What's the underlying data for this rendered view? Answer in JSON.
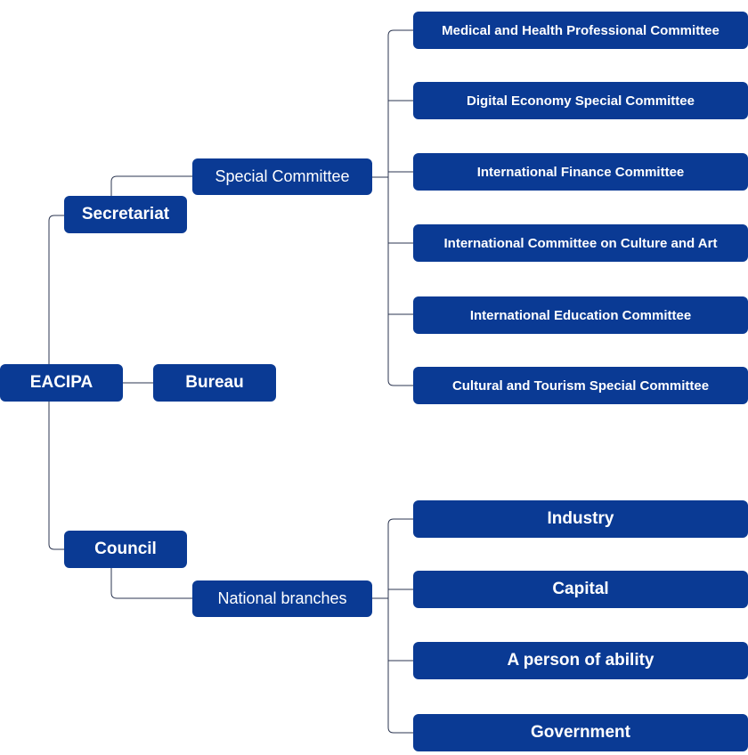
{
  "org_chart": {
    "root": {
      "label": "EACIPA"
    },
    "secretariat": {
      "label": "Secretariat"
    },
    "bureau": {
      "label": "Bureau"
    },
    "council": {
      "label": "Council"
    },
    "special_committee": {
      "label": "Special Committee",
      "committees": [
        {
          "label": "Medical and Health Professional Committee"
        },
        {
          "label": "Digital Economy Special Committee"
        },
        {
          "label": "International Finance Committee"
        },
        {
          "label": "International Committee on Culture and Art"
        },
        {
          "label": "International Education Committee"
        },
        {
          "label": "Cultural and Tourism Special Committee"
        }
      ]
    },
    "national_branches": {
      "label": "National branches",
      "branches": [
        {
          "label": "Industry"
        },
        {
          "label": "Capital"
        },
        {
          "label": "A person of ability"
        },
        {
          "label": "Government"
        }
      ]
    }
  },
  "colors": {
    "node_fill": "#0a3a94",
    "node_text": "#ffffff",
    "connector": "#2b3550"
  }
}
